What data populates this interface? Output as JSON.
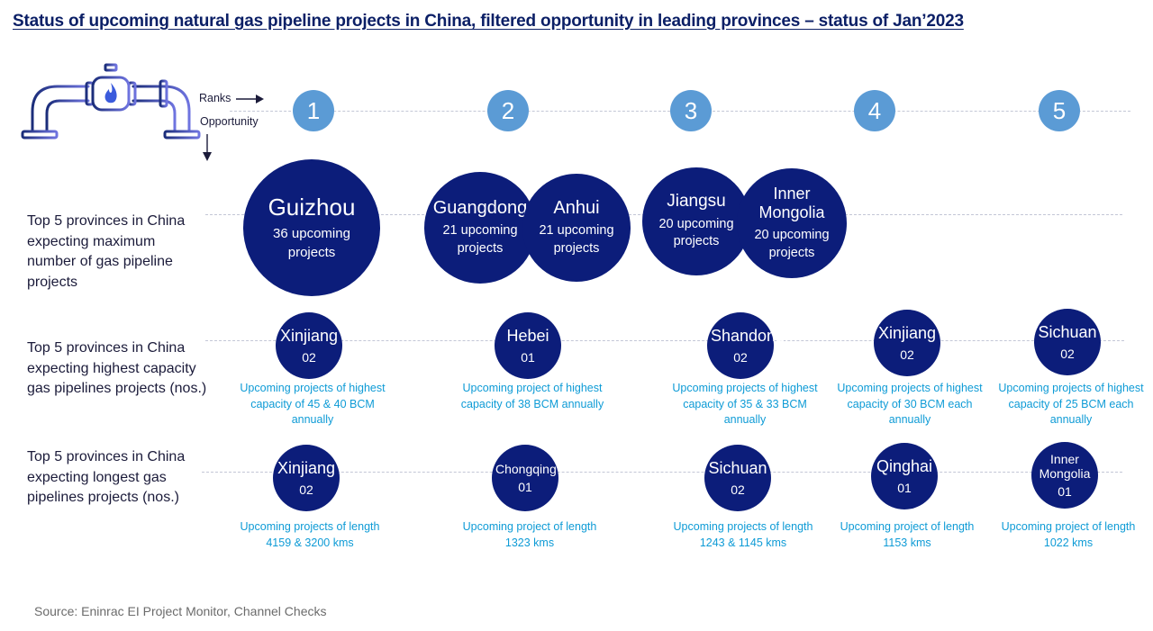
{
  "title": "Status of upcoming natural gas pipeline projects in China, filtered opportunity in leading provinces – status of Jan’2023",
  "axis": {
    "ranks_label": "Ranks",
    "opportunity_label": "Opportunity"
  },
  "ranks": [
    "1",
    "2",
    "3",
    "4",
    "5"
  ],
  "rows": [
    {
      "label": "Top 5 provinces in China expecting maximum number of gas pipeline projects",
      "items": [
        {
          "name": "Guizhou",
          "value": "36 upcoming projects",
          "desc": ""
        },
        {
          "name": "Guangdong",
          "value": "21 upcoming projects",
          "desc": ""
        },
        {
          "name": "Anhui",
          "value": "21 upcoming projects",
          "desc": ""
        },
        {
          "name": "Jiangsu",
          "value": "20 upcoming projects",
          "desc": ""
        },
        {
          "name": "Inner Mongolia",
          "value": "20 upcoming projects",
          "desc": ""
        }
      ]
    },
    {
      "label": "Top 5 provinces in China expecting highest capacity gas pipelines projects (nos.)",
      "items": [
        {
          "name": "Xinjiang",
          "value": "02",
          "desc": "Upcoming projects of highest capacity of 45 & 40 BCM annually"
        },
        {
          "name": "Hebei",
          "value": "01",
          "desc": "Upcoming project of highest capacity of 38 BCM annually"
        },
        {
          "name": "Shandong",
          "value": "02",
          "desc": "Upcoming projects of highest capacity of 35 & 33 BCM annually"
        },
        {
          "name": "Xinjiang",
          "value": "02",
          "desc": "Upcoming projects of highest capacity of 30 BCM each annually"
        },
        {
          "name": "Sichuan",
          "value": "02",
          "desc": "Upcoming projects of highest capacity of 25 BCM each annually"
        }
      ]
    },
    {
      "label": "Top 5 provinces in China expecting longest gas pipelines projects (nos.)",
      "items": [
        {
          "name": "Xinjiang",
          "value": "02",
          "desc": "Upcoming projects of length 4159 & 3200 kms"
        },
        {
          "name": "Chongqing",
          "value": "01",
          "desc": "Upcoming project of length 1323 kms"
        },
        {
          "name": "Sichuan",
          "value": "02",
          "desc": "Upcoming projects of length 1243 & 1145 kms"
        },
        {
          "name": "Qinghai",
          "value": "01",
          "desc": "Upcoming project of length 1153 kms"
        },
        {
          "name": "Inner Mongolia",
          "value": "01",
          "desc": "Upcoming project of length 1022 kms"
        }
      ]
    }
  ],
  "source": "Source: Eninrac EI Project Monitor, Channel Checks",
  "colors": {
    "circle": "#0c1d7a",
    "rank": "#5b9bd5",
    "desc": "#0e9bd6",
    "title": "#0b1f66"
  },
  "icons": [
    "pipeline-valve-icon",
    "flame-icon",
    "arrow-right-icon",
    "arrow-down-icon"
  ]
}
